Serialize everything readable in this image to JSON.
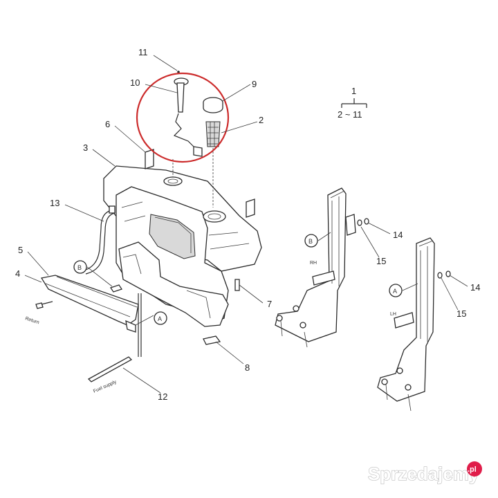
{
  "diagram": {
    "part_numbers": {
      "p1": "1",
      "p2": "2",
      "p3": "3",
      "p4": "4",
      "p5": "5",
      "p6": "6",
      "p7": "7",
      "p8": "8",
      "p9": "9",
      "p10": "10",
      "p11": "11",
      "p12": "12",
      "p13": "13",
      "p14": "14",
      "p15": "15"
    },
    "group_range": "2 ~ 11",
    "callouts": {
      "a": "A",
      "b": "B"
    },
    "labels": {
      "return": "Return",
      "fuel_supply": "Fuel supply",
      "rh": "RH",
      "lh": "LH"
    },
    "highlight_color": "#cc2b2b"
  },
  "watermark": {
    "brand": "Sprzedajemy",
    "suffix": ".pl",
    "color": "#e01d4a"
  }
}
